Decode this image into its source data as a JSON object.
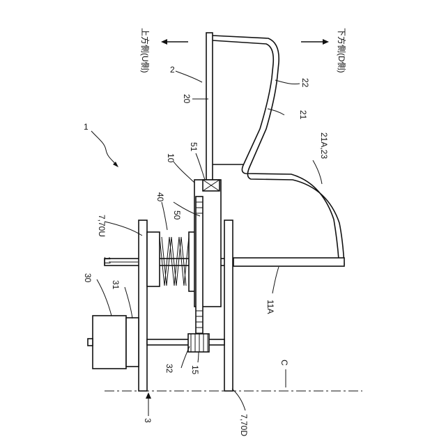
{
  "directions": {
    "up_side": "上方側(U側)",
    "down_side": "下方側(D側)"
  },
  "labels": {
    "l1": "1",
    "l2": "2",
    "l3": "3",
    "l10": "10",
    "l11": "11",
    "l11a": "11A",
    "l15": "15",
    "l20": "20",
    "l21": "21",
    "l21a23": "21A,23",
    "l22": "22",
    "l30": "30",
    "l31": "31",
    "l32": "32",
    "l40": "40",
    "l50": "50",
    "l51": "51",
    "l770u": "7,70U",
    "l770d": "7,70D",
    "lc": "C"
  }
}
